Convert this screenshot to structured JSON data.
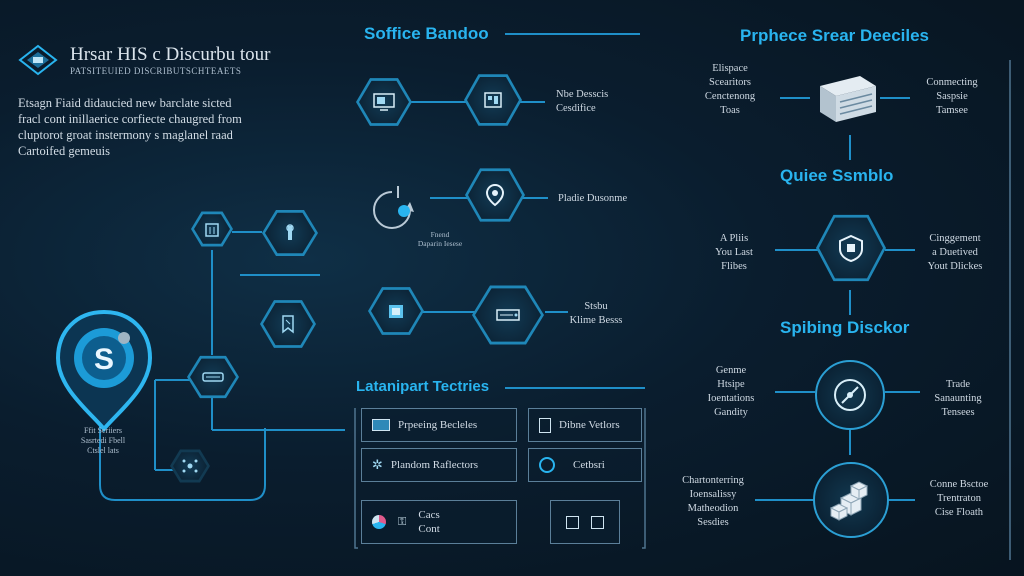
{
  "header": {
    "title": "Hrsar HIS c Discurbu tour",
    "subtitle": "PATSITEUIED DISCRIBUTSCHTEAETS",
    "intro": [
      "Etsagn Fiaid didaucied new barclate sicted",
      "fracl cont inillaerice corfiecte chaugred from",
      "cluptorot groat instermony s maglanel raad",
      "Cartoifed gemeuis"
    ]
  },
  "sections": {
    "software": {
      "title": "Soffice Bandoo"
    },
    "prophece": {
      "title": "Prphece Srear Deeciles"
    },
    "quiee": {
      "title": "Quiee Ssmblo"
    },
    "spibing": {
      "title": "Spibing Disckor"
    },
    "latanipart": {
      "title": "Latanipart Tectries"
    }
  },
  "middle_labels": {
    "row1": [
      "Nbe Desscis",
      "Cesdifice"
    ],
    "row2": [
      "Pladie Dusonme"
    ],
    "row2_small": [
      "Fnend",
      "Daparin Iesese"
    ],
    "row3": [
      "Stsbu",
      "Klime Besss"
    ]
  },
  "right_labels": {
    "p_left": [
      "Elispace",
      "Scearitors",
      "Cenctenong",
      "Toas"
    ],
    "p_right": [
      "Conmecting",
      "Saspsie",
      "Tamsee"
    ],
    "q_left": [
      "A Pliis",
      "You Last",
      "Flibes"
    ],
    "q_right": [
      "Cinggement",
      "a Duetived",
      "Yout Dlickes"
    ],
    "s_left": [
      "Genme",
      "Htsipe",
      "Ioentations",
      "Gandity"
    ],
    "s_right": [
      "Trade",
      "Sanaunting",
      "Tensees"
    ],
    "c_left": [
      "Chartonterring",
      "Ioensalissy",
      "Matheodion",
      "Sesdies"
    ],
    "c_right": [
      "Conne Bsctoe",
      "Trentraton",
      "Cise Floath"
    ]
  },
  "latanipart_boxes": {
    "b1": "Prpeeing Becleles",
    "b2": "Dibne Vetlors",
    "b3": "Plandom Raflectors",
    "b4": "Cetbsri",
    "b5_line1": "Cacs",
    "b5_line2": "Cont"
  },
  "pin_labels": [
    "Ffit Seriiers",
    "Sasrtedi Fbell",
    "Ctslel lats"
  ],
  "colors": {
    "accent": "#29b4ef",
    "wire": "#1f8fc8",
    "bg": "#0a1d2e"
  }
}
